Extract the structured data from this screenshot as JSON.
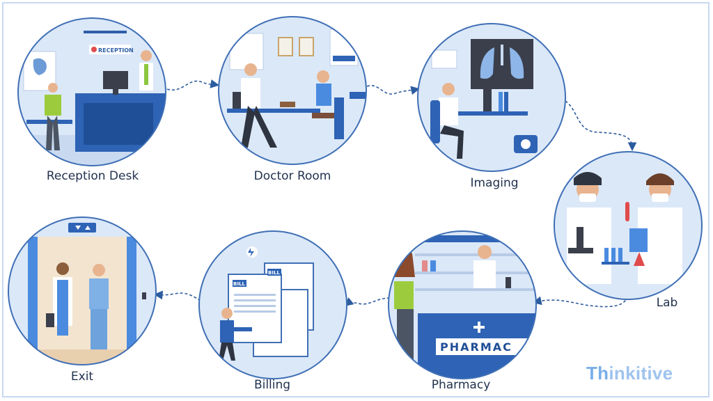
{
  "diagram": {
    "stages": [
      {
        "id": "reception",
        "label": "Reception Desk",
        "sign": "RECEPTION"
      },
      {
        "id": "doctor",
        "label": "Doctor Room"
      },
      {
        "id": "imaging",
        "label": "Imaging"
      },
      {
        "id": "lab",
        "label": "Lab"
      },
      {
        "id": "pharmacy",
        "label": "Pharmacy",
        "sign": "PHARMAC"
      },
      {
        "id": "billing",
        "label": "Billing",
        "doc1": "BILL",
        "doc2": "BILL"
      },
      {
        "id": "exit",
        "label": "Exit"
      }
    ]
  },
  "brand": {
    "name": "Thinkitive",
    "part1": "Th",
    "part2": "inkitive"
  },
  "colors": {
    "circle_border": "#3f6fb5",
    "circle_fill": "#dbe8f8",
    "arrow": "#2c5c9e",
    "label_text": "#22324f",
    "brand": "#8ab8ea"
  }
}
